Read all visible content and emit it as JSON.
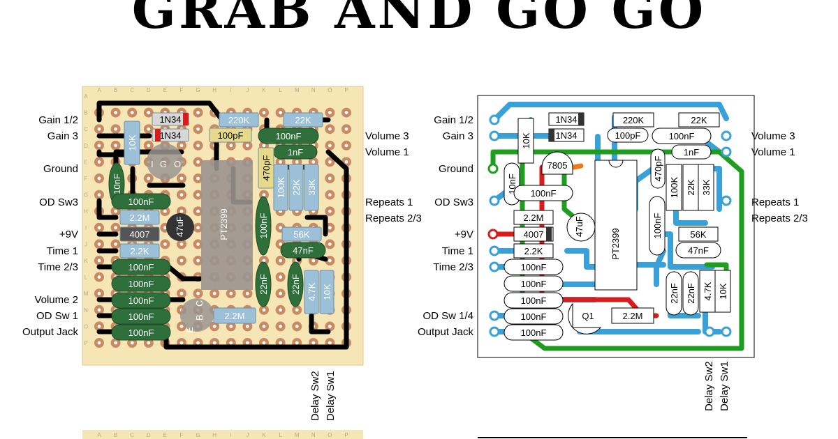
{
  "title": "GRAB AND GO GO",
  "left_board": {
    "col_letters": [
      "A",
      "B",
      "C",
      "D",
      "E",
      "F",
      "G",
      "H",
      "I",
      "J",
      "K",
      "L",
      "M",
      "N",
      "O",
      "P"
    ],
    "row_letters": [
      "A",
      "B",
      "C",
      "D",
      "E",
      "F",
      "G",
      "H",
      "I",
      "J",
      "K",
      "L",
      "M",
      "N",
      "O",
      "P"
    ],
    "left_labels": [
      "Gain 1/2",
      "Gain 3",
      "Ground",
      "OD Sw3",
      "+9V",
      "Time 1",
      "Time 2/3",
      "Volume 2",
      "OD Sw 1",
      "Output Jack"
    ],
    "right_labels": [
      "Volume 3",
      "Volume 1",
      "Repeats 1",
      "Repeats 2/3"
    ],
    "bottom_labels": [
      "Delay Sw2",
      "Delay Sw1"
    ],
    "ic_label": "PT2399",
    "regulator_pins": [
      "I",
      "G",
      "O"
    ],
    "transistor_pins": [
      "E",
      "B",
      "C"
    ]
  },
  "right_board": {
    "left_labels": [
      "Gain 1/2",
      "Gain 3",
      "Ground",
      "OD Sw3",
      "+9V",
      "Time 1",
      "Time 2/3",
      "OD Sw 1/4",
      "Output Jack"
    ],
    "right_labels": [
      "Volume 3",
      "Volume 1",
      "Repeats 1",
      "Repeats 2/3"
    ],
    "bottom_labels": [
      "Delay Sw2",
      "Delay Sw1"
    ],
    "ic_label": "PT2399",
    "regulator_label": "7805",
    "transistor_label": "Q1"
  },
  "components": {
    "d1": "1N34",
    "d2": "1N34",
    "r220k": "220K",
    "r22k": "22K",
    "c100pf": "100pF",
    "c100nf": "100nF",
    "c1nf": "1nF",
    "r10k": "10K",
    "c10nf": "10nF",
    "c470pf": "470pF",
    "r100k": "100K",
    "r33k": "33K",
    "r2m2": "2.2M",
    "e47uf": "47uF",
    "d4007": "4007",
    "r56k": "56K",
    "c47nf": "47nF",
    "r2k2": "2.2K",
    "c22nf": "22nF",
    "r4k7": "4.7K"
  },
  "colors": {
    "board": "#f7e6b5",
    "pad": "#c88a62",
    "trace": "#000000",
    "resistor": "#9cc0d8",
    "cap": "#2f6f3b",
    "blue_trace": "#39a0d8",
    "green_trace": "#1f9d1f",
    "red_trace": "#d81c1c",
    "orange_trace": "#f07a1a"
  }
}
